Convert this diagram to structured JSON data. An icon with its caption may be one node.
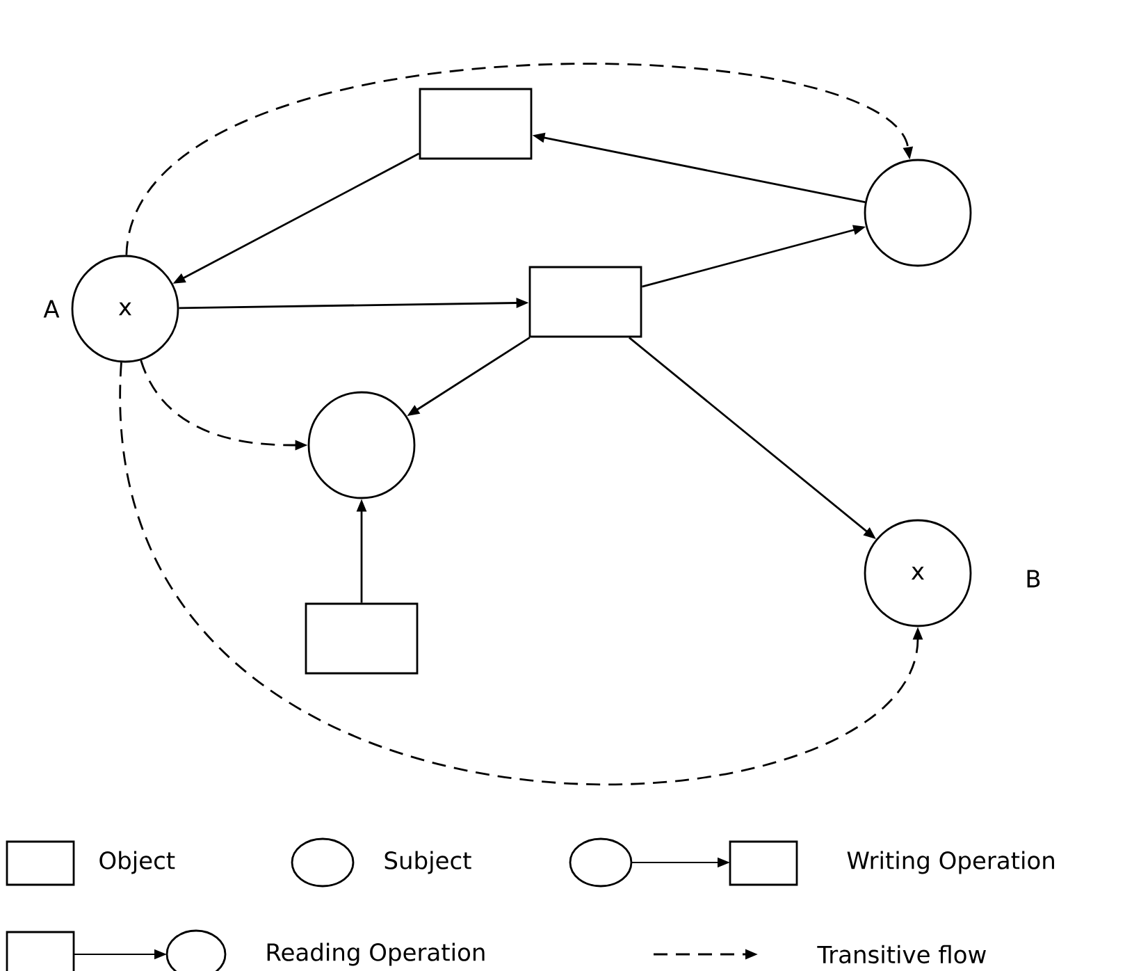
{
  "diagram": {
    "nodes": [
      {
        "text": [
          "x"
        ],
        "beside": [
          "A"
        ]
      },
      {
        "text": [],
        "shape": "box"
      },
      {
        "text": [],
        "shape": "circle"
      },
      {
        "text": [],
        "shape": "box"
      },
      {
        "text": [],
        "shape": "circle"
      },
      {
        "text": [
          "x"
        ],
        "beside": [
          "B"
        ]
      },
      {
        "text": [],
        "shape": "box"
      }
    ],
    "edges": [
      {
        "from": 2,
        "to": 1,
        "arrow": "to"
      },
      {
        "from": 1,
        "to": 0,
        "arrow": "to"
      },
      {
        "from": 0,
        "to": 3,
        "arrow": "to"
      },
      {
        "from": 3,
        "to": 2,
        "arrow": "to"
      },
      {
        "from": 3,
        "to": 4,
        "arrow": "to"
      },
      {
        "from": 3,
        "to": 5,
        "arrow": "to"
      },
      {
        "from": 6,
        "to": 4,
        "arrow": "to"
      },
      {
        "from": 0,
        "to": 2,
        "arrow": "to",
        "style": "dashed"
      },
      {
        "from": 0,
        "to": 4,
        "arrow": "to",
        "style": "dashed"
      },
      {
        "from": 0,
        "to": 5,
        "arrow": "to",
        "style": "dashed"
      }
    ],
    "legend": [
      {
        "text": "Object"
      },
      {
        "text": "Subject"
      },
      {
        "text": "Writing Operation"
      },
      {
        "text": "Reading Operation"
      },
      {
        "text": "Transitive flow"
      }
    ]
  }
}
